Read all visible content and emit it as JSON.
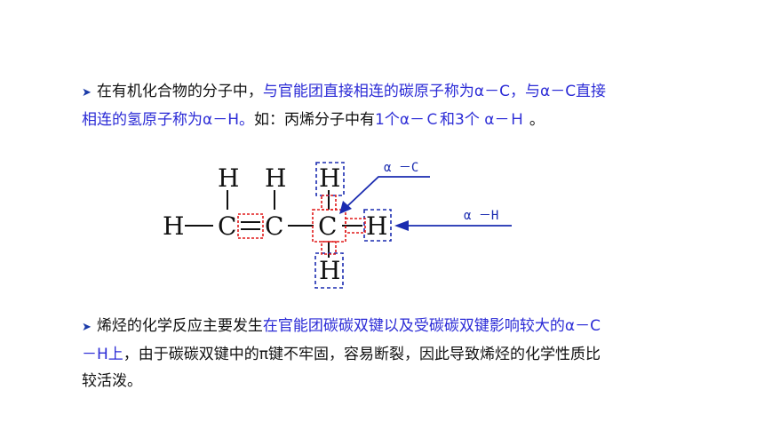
{
  "para1": {
    "l1_black": "在有机化合物的分子中，",
    "l1_blue": "与官能团直接相连的碳原子称为α－C，与α－C直接",
    "l2_blue1": "相连的氢原子称为α－H。",
    "l2_black1": "如：丙烯分子中有",
    "l2_blue2": "1个α－Ｃ和3个 α－Ｈ",
    "l2_black2": " 。"
  },
  "para2": {
    "l1_black": "烯烃的化学反应主要发生",
    "l1_blue": "在官能团碳碳双键以及受碳碳双键影响较大的α－C",
    "l2_blue": "－H上",
    "l2_black": "，由于碳碳双键中的π键不牢固，容易断裂，因此导致烯烃的化学性质比",
    "l3_black": "较活泼。"
  },
  "diagram": {
    "atom_h": "H",
    "atom_c": "C",
    "label_alpha_c": "α －C",
    "label_alpha_h": "α －H"
  },
  "colors": {
    "text": "#111111",
    "highlight": "#2b2bd6",
    "box_blue": "#1a2bb0",
    "box_red": "#e01a1a"
  }
}
